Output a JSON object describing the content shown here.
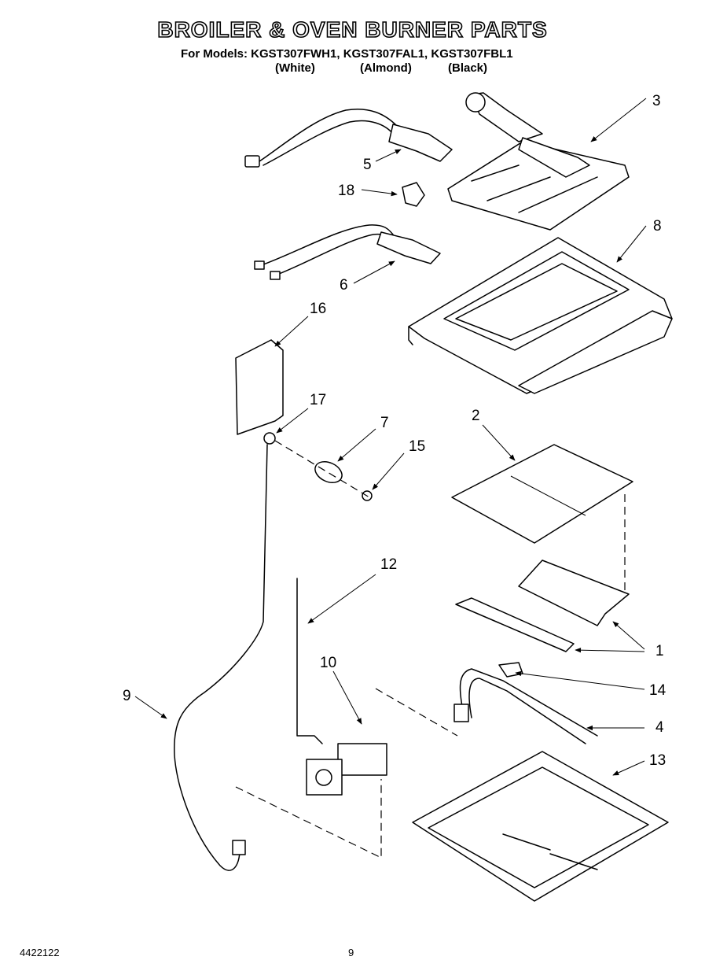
{
  "header": {
    "title": "BROILER & OVEN BURNER PARTS",
    "models_line": "For Models: KGST307FWH1, KGST307FAL1, KGST307FBL1",
    "finishes": [
      "(White)",
      "(Almond)",
      "(Black)"
    ]
  },
  "callouts": [
    "1",
    "2",
    "3",
    "4",
    "5",
    "6",
    "7",
    "8",
    "9",
    "10",
    "12",
    "13",
    "14",
    "15",
    "16",
    "17",
    "18"
  ],
  "footer": {
    "part_number": "4422122",
    "page_number": "9"
  }
}
